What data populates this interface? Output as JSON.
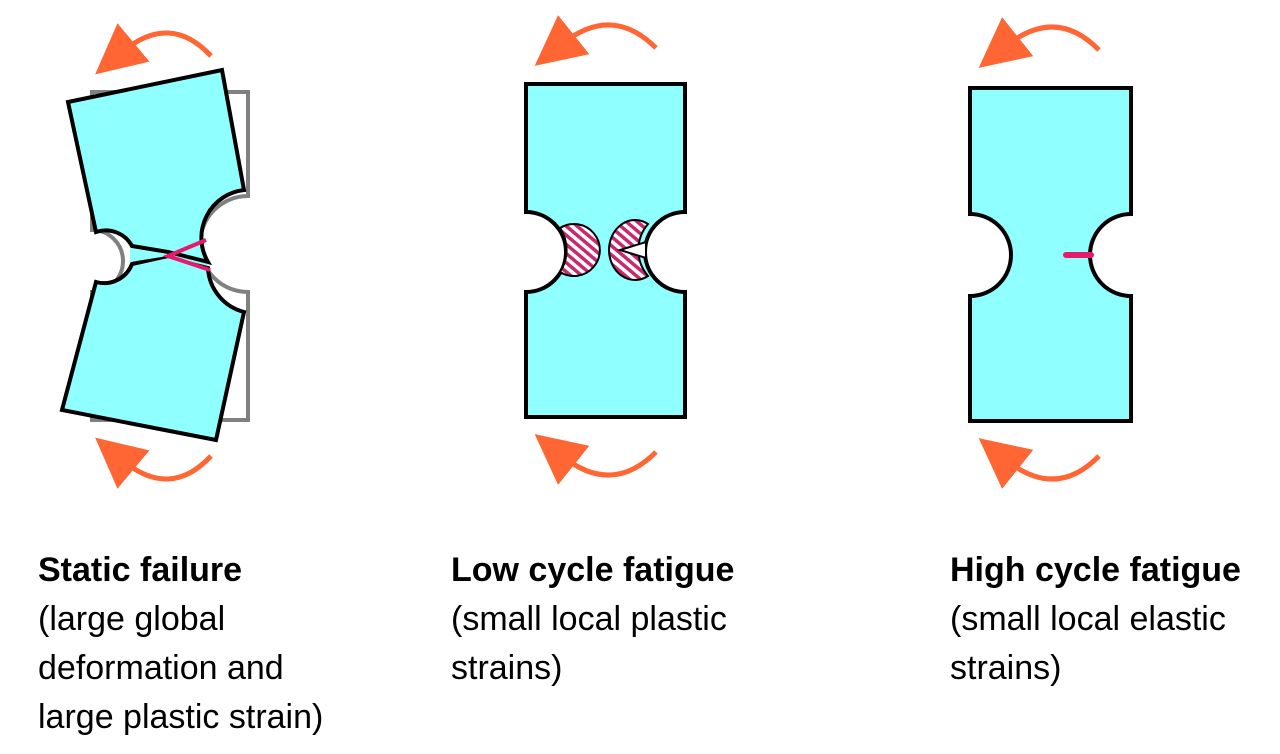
{
  "panels": [
    {
      "id": "static",
      "title": "Static failure",
      "description": "(large global deformation and large plastic strain)"
    },
    {
      "id": "lcf",
      "title": "Low cycle fatigue",
      "description": "(small local plastic strains)"
    },
    {
      "id": "hcf",
      "title": "High cycle fatigue",
      "description": "(small local elastic strains)"
    }
  ],
  "colors": {
    "specimen_fill": "#8fffff",
    "outline": "#000000",
    "undeformed_outline": "#808080",
    "crack": "#e8186b",
    "arrow": "#ff6633"
  },
  "icons": [
    "curved-arrow-icon",
    "crack-icon",
    "plastic-zone-hatch"
  ]
}
